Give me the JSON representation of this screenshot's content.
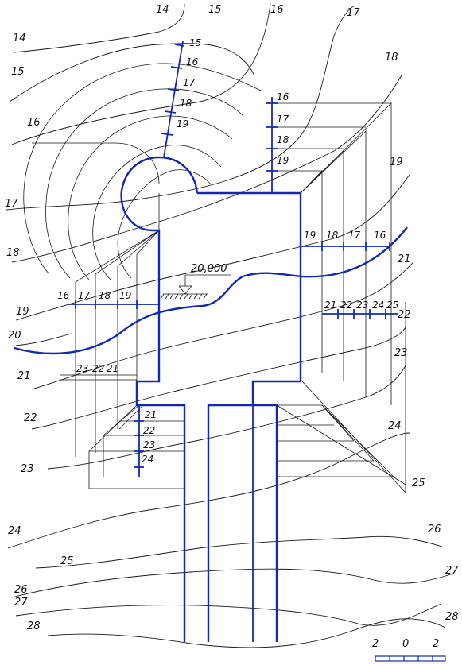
{
  "contour_labels_left": [
    "14",
    "15",
    "16",
    "17",
    "18",
    "19",
    "20",
    "21",
    "22",
    "23",
    "24",
    "25",
    "26",
    "27",
    "28"
  ],
  "contour_labels_top": [
    "14",
    "15",
    "16",
    "17",
    "18",
    "19"
  ],
  "contour_labels_right": [
    "25",
    "26",
    "27",
    "28"
  ],
  "elevation_mark": "20,000",
  "slope_labels_north": [
    "15",
    "16",
    "17",
    "18",
    "19"
  ],
  "slope_labels_north_branch": [
    "16",
    "17",
    "18",
    "19"
  ],
  "slope_labels_east": [
    "19",
    "18",
    "17",
    "16"
  ],
  "slope_labels_east_cut": [
    "21",
    "22",
    "23",
    "24",
    "25"
  ],
  "slope_labels_west": [
    "16",
    "17",
    "18",
    "19"
  ],
  "slope_labels_west_cut": [
    "23",
    "22",
    "21"
  ],
  "slope_labels_south": [
    "21",
    "22",
    "23",
    "24"
  ],
  "scale_bar": {
    "labels": [
      "2",
      "0",
      "2"
    ]
  }
}
